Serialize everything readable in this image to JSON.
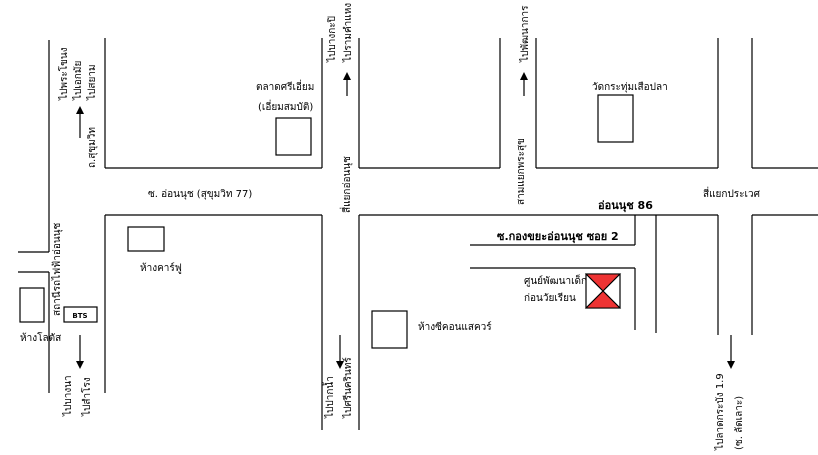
{
  "labels": {
    "to_phra_khanong": "ไปพระโขนง",
    "to_ekkamai": "ไปเอกมัย",
    "to_sanam": "ไปสยาม",
    "sukhumvit_road": "ถ.สุขุมวิท",
    "to_bang_kapi": "ไปบางกะปิ",
    "to_ramkhamhaeng": "ไปรามคำแหง",
    "to_phatthanakan": "ไปพัฒนาการ",
    "talad_si_iam": "ตลาดศรีเอี่ยม",
    "iam_sombat": "(เอี่ยมสมบัติ)",
    "wat_krathum": "วัดกระทุ่มเสือปลา",
    "soi_on_nut": "ซ. อ่อนนุช (สุขุมวิท 77)",
    "si_yaek_on_nut": "สี่แยกอ่อนนุช",
    "sam_yaek": "สามแยกพระสุข",
    "on_nut_86": "อ่อนนุช 86",
    "si_yaek_prawet": "สี่แยกประเวศ",
    "soi_khlong_kh": "ซ.กองขยะอ่อนนุช ซอย 2",
    "carrefour": "ห้างคาร์ฟู",
    "bts_station": "สถานีรถไฟฟ้าอ่อนนุช",
    "bts": "BTS",
    "lotus": "ห้างโลตัส",
    "big_c": "ห้างซีคอนแสควร์",
    "center_line1": "ศูนย์พัฒนาเด็ก",
    "center_line2": "ก่อนวัยเรียน",
    "to_bang_na": "ไปบางนา",
    "to_samrong": "ไปสำโรง",
    "to_pak_nam": "ไปปากน้ำ",
    "to_srinakharin": "ไปศรีนครินทร์",
    "to_lat_krabang": "ไปลาดกระบัง 1.9",
    "lat_krabang_detail": "(ซ. ลัดเลาะ)"
  },
  "colors": {
    "center_marker": "#ee3333",
    "ink": "#000000"
  }
}
